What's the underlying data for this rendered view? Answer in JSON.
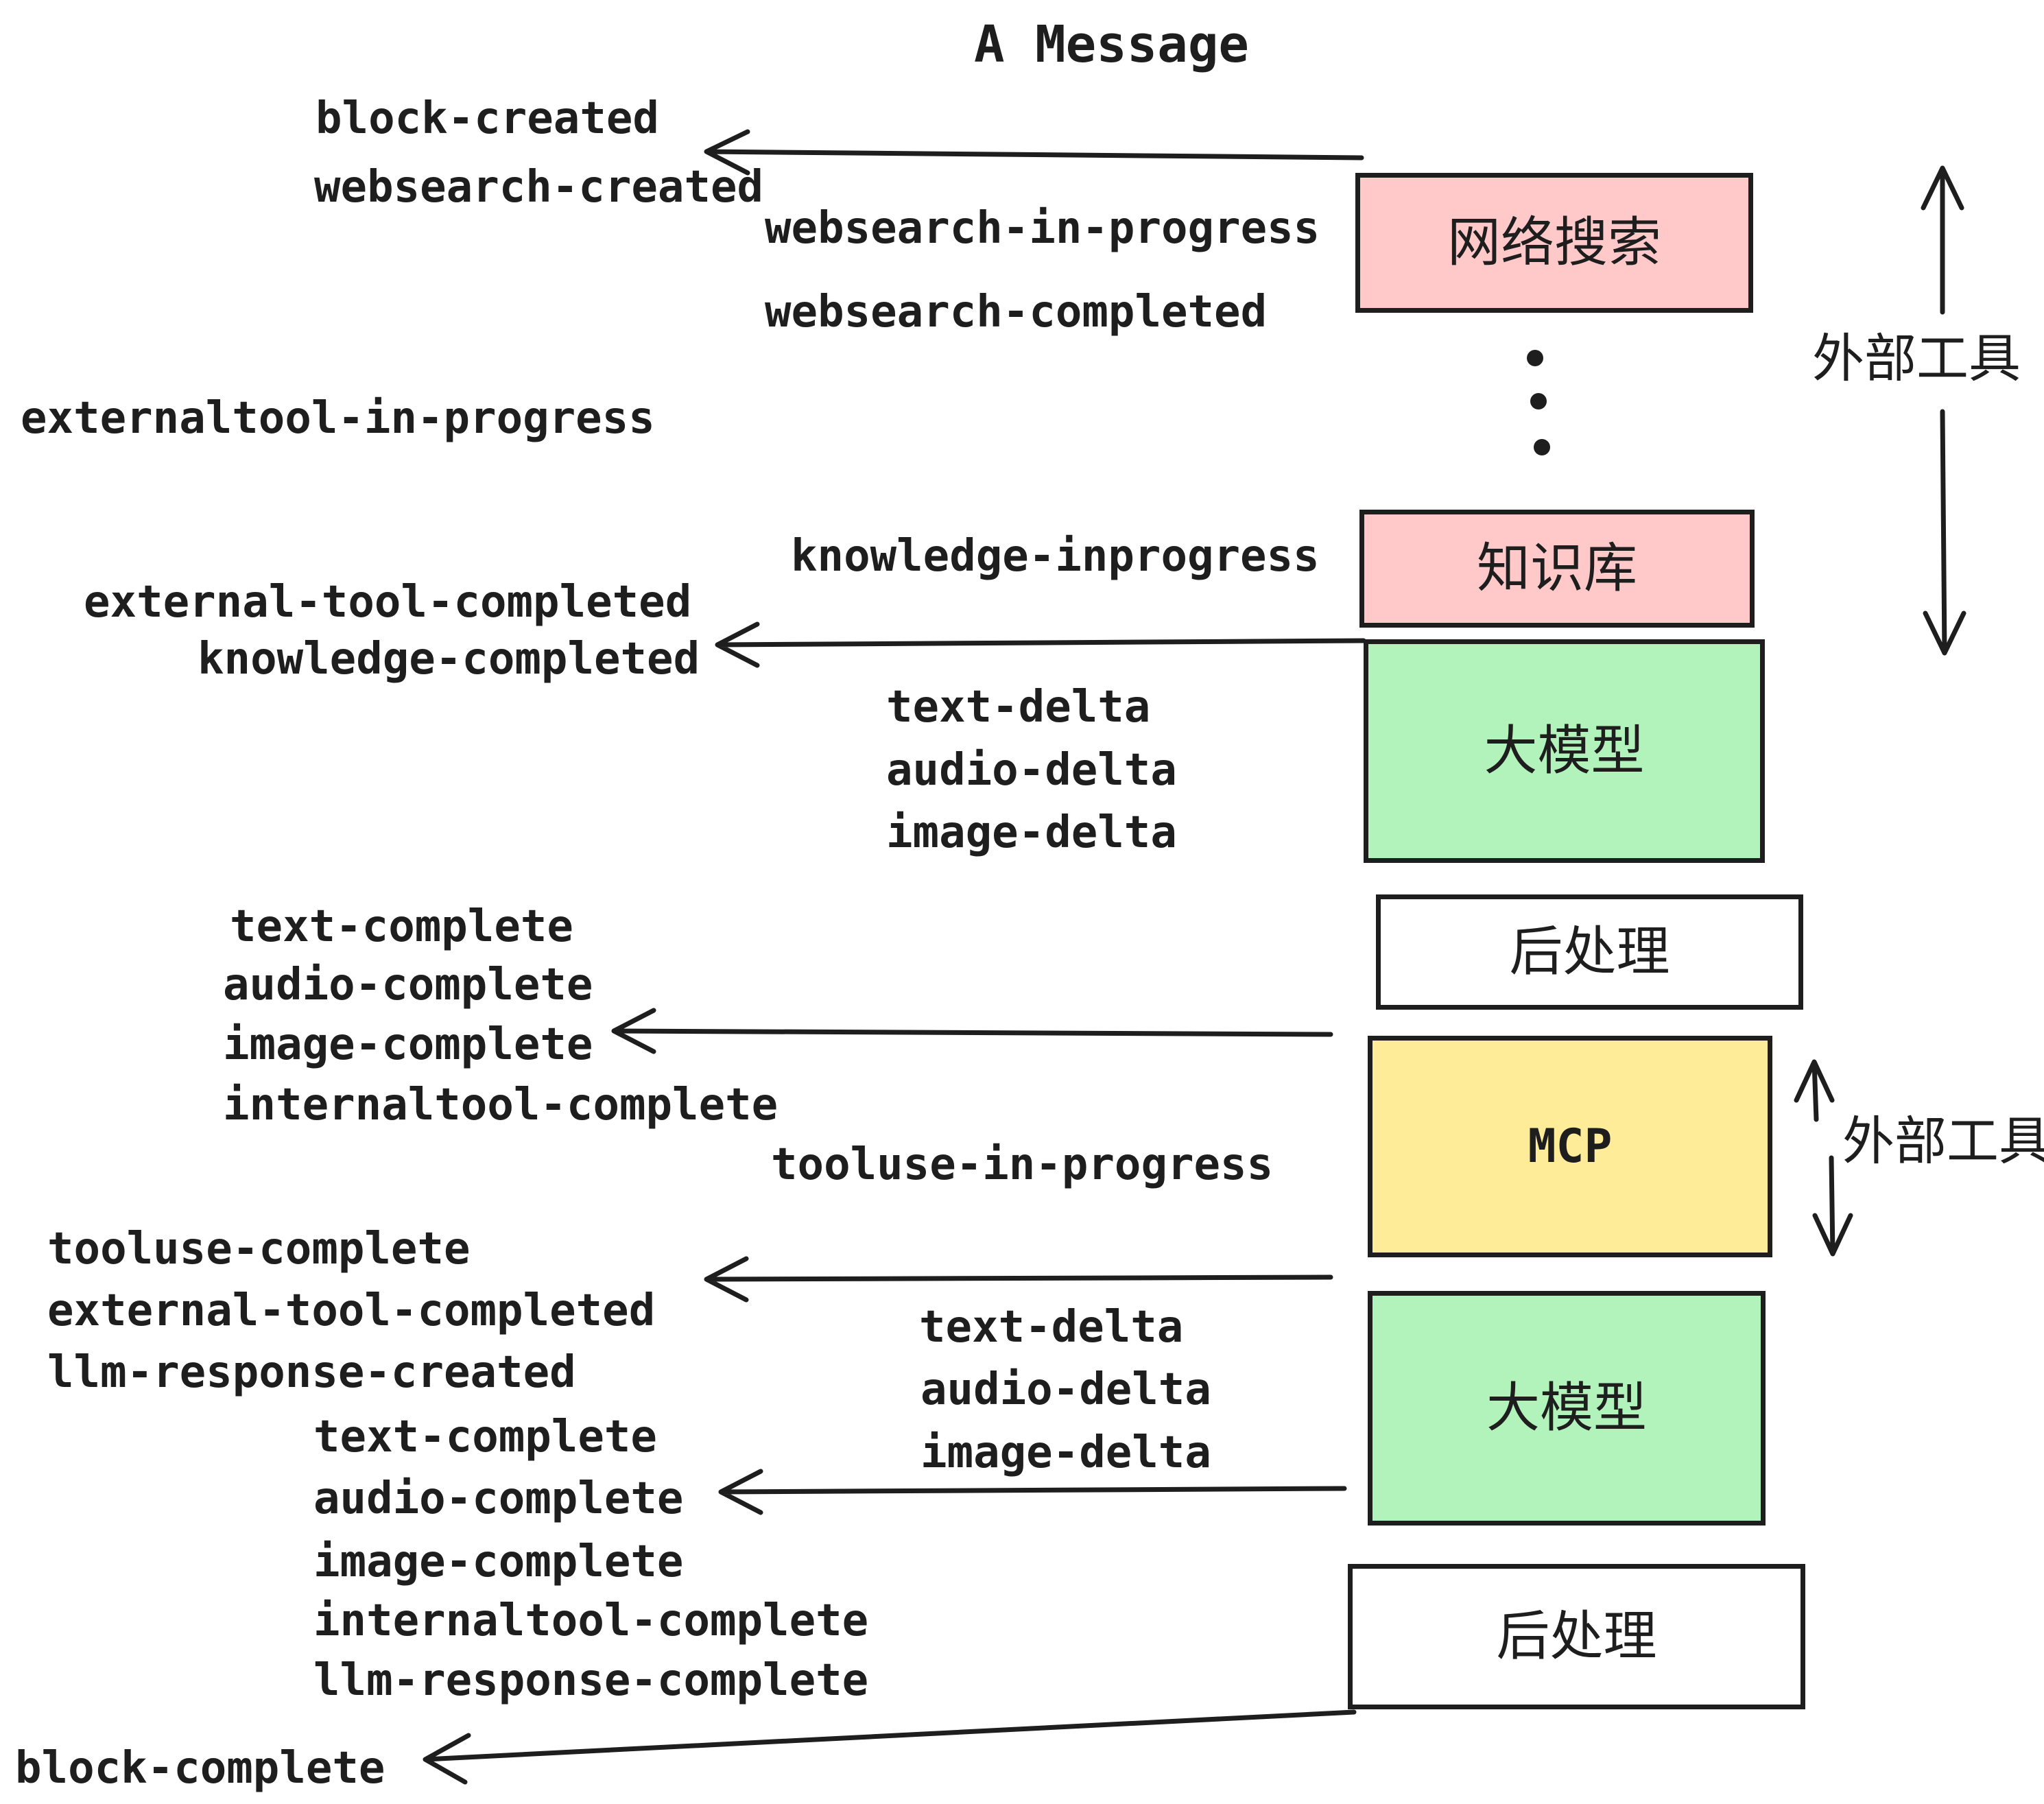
{
  "title": "A Message",
  "colors": {
    "pink": "#ffc9c9",
    "green": "#b2f2bb",
    "yellow": "#ffec99",
    "white": "#ffffff",
    "stroke": "#1e1e1e"
  },
  "boxes": [
    {
      "label": "网络搜索",
      "fill": "pink"
    },
    {
      "label": "知识库",
      "fill": "pink"
    },
    {
      "label": "大模型",
      "fill": "green"
    },
    {
      "label": "后处理",
      "fill": "white"
    },
    {
      "label": "MCP",
      "fill": "yellow"
    },
    {
      "label": "大模型",
      "fill": "green"
    },
    {
      "label": "后处理",
      "fill": "white"
    }
  ],
  "side_labels": [
    {
      "text": "外部工具"
    },
    {
      "text": "外部工具"
    }
  ],
  "annotations": [
    {
      "text": "block-created"
    },
    {
      "text": "websearch-created"
    },
    {
      "text": "websearch-in-progress"
    },
    {
      "text": "websearch-completed"
    },
    {
      "text": "externaltool-in-progress"
    },
    {
      "text": "knowledge-inprogress"
    },
    {
      "text": "external-tool-completed"
    },
    {
      "text": "knowledge-completed"
    },
    {
      "text": "text-delta"
    },
    {
      "text": "audio-delta"
    },
    {
      "text": "image-delta"
    },
    {
      "text": "text-complete"
    },
    {
      "text": "audio-complete"
    },
    {
      "text": "image-complete"
    },
    {
      "text": "internaltool-complete"
    },
    {
      "text": "tooluse-in-progress"
    },
    {
      "text": "tooluse-complete"
    },
    {
      "text": "external-tool-completed"
    },
    {
      "text": "llm-response-created"
    },
    {
      "text": "text-complete"
    },
    {
      "text": "audio-complete"
    },
    {
      "text": "image-complete"
    },
    {
      "text": "internaltool-complete"
    },
    {
      "text": "llm-response-complete"
    },
    {
      "text": "block-complete"
    }
  ]
}
